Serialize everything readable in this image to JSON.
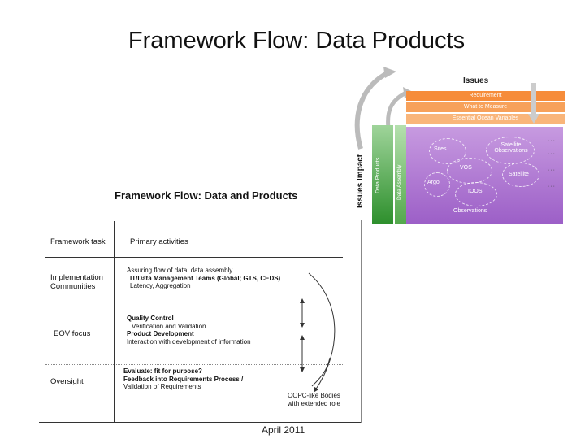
{
  "slide": {
    "title": "Framework Flow: Data Products",
    "footer": "April 2011"
  },
  "overview": {
    "header": "Issues",
    "bands": [
      "Requirement",
      "What to Measure",
      "Essential Ocean Variables"
    ],
    "side_label": "Issues Impact",
    "green_labels": [
      "Data Products",
      "Data Assembly"
    ],
    "bubbles": [
      "Sites",
      "Satellite Observations",
      "VOS",
      "Satellite",
      "Argo",
      "IOOS",
      "Observations"
    ],
    "colors": {
      "orange": "#f7a15a",
      "purple": "#a96fd0",
      "green": "#3f9a3c"
    }
  },
  "framework": {
    "title": "Framework Flow: Data and Products",
    "col_task": "Framework task",
    "col_activities": "Primary activities",
    "rows": [
      {
        "task": [
          "Implementation",
          "Communities"
        ],
        "lines": [
          "Assuring flow of data, data assembly",
          "IT/Data Management Teams (Global; GTS, CEDS)",
          "Latency, Aggregation"
        ]
      },
      {
        "task": [
          "EOV focus"
        ],
        "lines": [
          "Quality Control",
          "Verification and Validation",
          "Product Development",
          "Interaction with development of information"
        ]
      },
      {
        "task": [
          "Oversight"
        ],
        "lines": [
          "Evaluate: fit for purpose?",
          "Feedback into Requirements Process /",
          "Validation of Requirements"
        ]
      }
    ],
    "note": [
      "OOPC-like Bodies",
      "with extended role"
    ]
  }
}
